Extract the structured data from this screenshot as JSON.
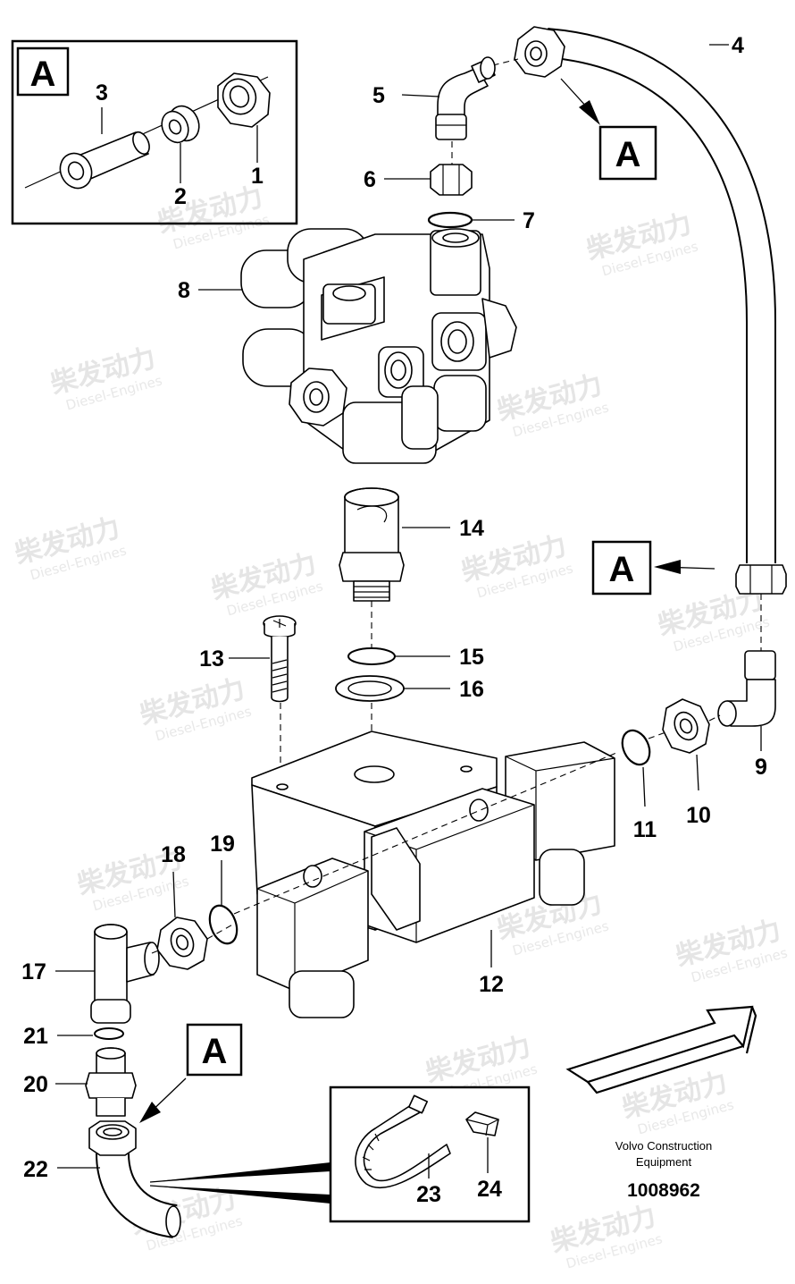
{
  "callouts": {
    "c1": "1",
    "c2": "2",
    "c3": "3",
    "c4": "4",
    "c5": "5",
    "c6": "6",
    "c7": "7",
    "c8": "8",
    "c9": "9",
    "c10": "10",
    "c11": "11",
    "c12": "12",
    "c13": "13",
    "c14": "14",
    "c15": "15",
    "c16": "16",
    "c17": "17",
    "c18": "18",
    "c19": "19",
    "c20": "20",
    "c21": "21",
    "c22": "22",
    "c23": "23",
    "c24": "24"
  },
  "detail_tag": "A",
  "watermark": {
    "cn": "柴发动力",
    "en": "Diesel-Engines"
  },
  "credit": {
    "line1": "Volvo Construction",
    "line2": "Equipment"
  },
  "doc_number": "1008962"
}
